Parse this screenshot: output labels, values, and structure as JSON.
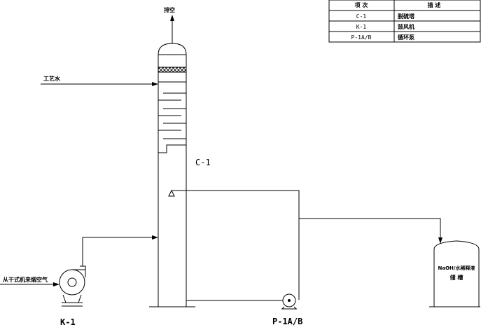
{
  "legend": {
    "headers": {
      "code": "项 次",
      "desc": "描 述"
    },
    "rows": [
      {
        "code": "C-1",
        "desc": "脱硫塔"
      },
      {
        "code": "K-1",
        "desc": "鼓风机"
      },
      {
        "code": "P-1A/B",
        "desc": "循环泵"
      }
    ]
  },
  "labels": {
    "vent": "排空",
    "process_water": "工艺水",
    "air_in": "从干式机来烟空气",
    "column_tag": "C-1",
    "blower_tag": "K-1",
    "pump_tag": "P-1A/B",
    "tank_line1": "NaOH/水稀释液",
    "tank_line2": "储 槽"
  }
}
